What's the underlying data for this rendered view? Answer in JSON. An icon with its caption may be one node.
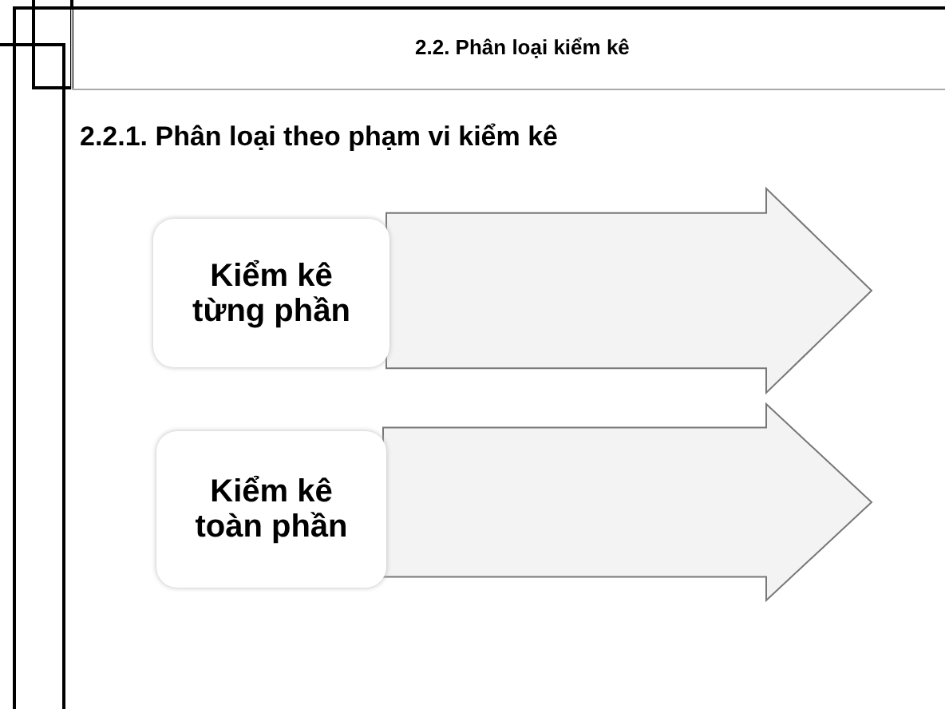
{
  "diagram": {
    "title": "2.2. Phân loại kiểm kê",
    "nodes": [
      {
        "text": [
          "Kiểm kê từng phần"
        ]
      },
      {
        "text": [],
        "shape": "arrow"
      },
      {
        "text": [
          "Kiểm kê toàn phần"
        ]
      },
      {
        "text": [],
        "shape": "arrow"
      }
    ],
    "labels": [
      "2.2.1. Phân loại theo phạm vi kiểm kê"
    ]
  }
}
